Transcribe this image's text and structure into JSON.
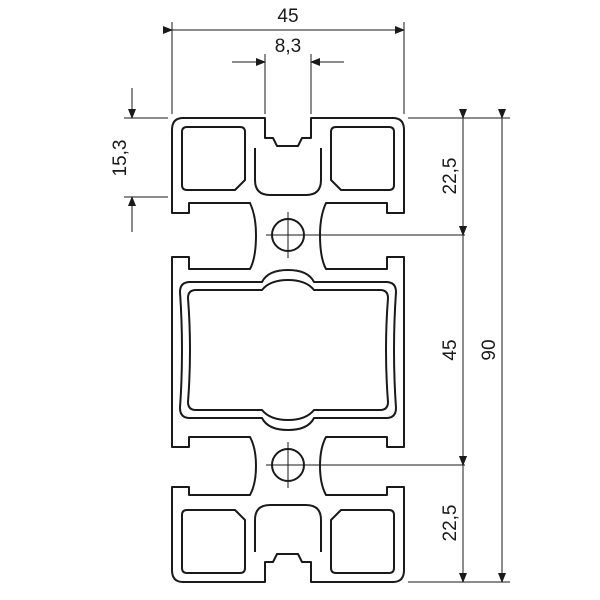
{
  "dimensions": {
    "width_top": "45",
    "slot_width": "8,3",
    "slot_depth": "15,3",
    "pitch_top": "22,5",
    "pitch_middle": "45",
    "pitch_bottom": "22,5",
    "total_height": "90"
  }
}
